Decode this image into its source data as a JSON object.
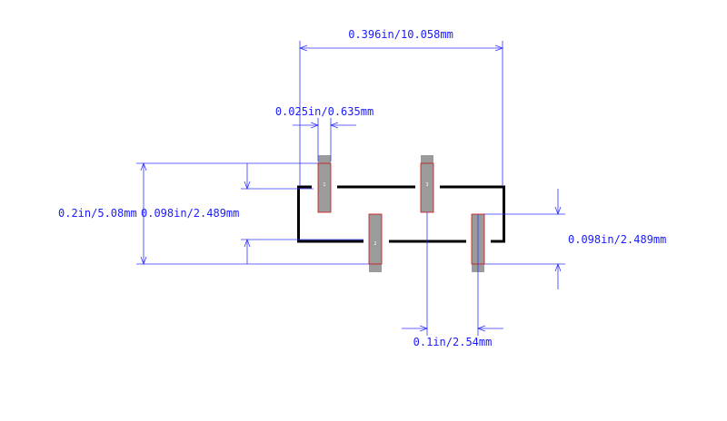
{
  "dimensions": {
    "total_width": "0.396in/10.058mm",
    "pad_width": "0.025in/0.635mm",
    "overall_height": "0.2in/5.08mm",
    "body_height_left": "0.098in/2.489mm",
    "body_height_right": "0.098in/2.489mm",
    "pitch": "0.1in/2.54mm"
  },
  "pads": [
    "1",
    "2",
    "3",
    "4"
  ],
  "colors": {
    "dimension": "#3333ff",
    "outline": "#000000",
    "pad": "#9b9b9b",
    "pad_outline": "#cc1111"
  }
}
